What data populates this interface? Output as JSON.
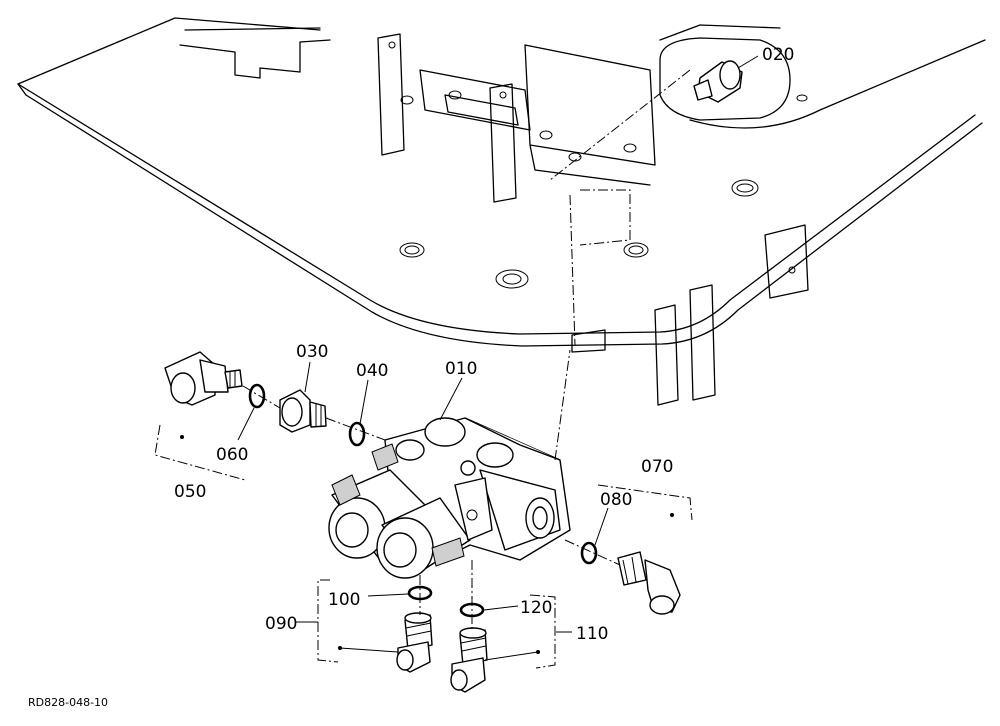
{
  "callouts": {
    "c010": "010",
    "c020": "020",
    "c030": "030",
    "c040": "040",
    "c050": "050",
    "c060": "060",
    "c070": "070",
    "c080": "080",
    "c090": "090",
    "c100": "100",
    "c110": "110",
    "c120": "120"
  },
  "drawing_code": "RD828-048-10"
}
